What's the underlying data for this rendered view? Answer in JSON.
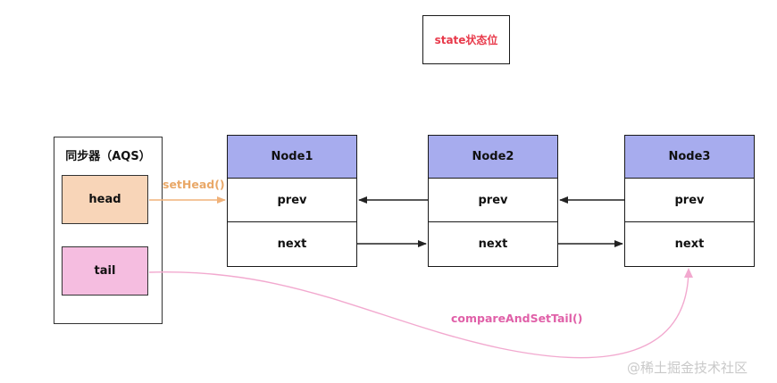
{
  "state_box": {
    "label": "state状态位"
  },
  "aqs": {
    "title": "同步器（AQS）",
    "head_label": "head",
    "tail_label": "tail"
  },
  "nodes": [
    {
      "title": "Node1",
      "prev": "prev",
      "next": "next"
    },
    {
      "title": "Node2",
      "prev": "prev",
      "next": "next"
    },
    {
      "title": "Node3",
      "prev": "prev",
      "next": "next"
    }
  ],
  "edges": {
    "set_head": "setHead()",
    "compare_and_set_tail": "compareAndSetTail()"
  },
  "watermark": "@稀土掘金技术社区",
  "colors": {
    "node_header": "#a7acee",
    "head_fill": "#f8d5b8",
    "tail_fill": "#f5bde0",
    "state_text": "#e8394a",
    "set_head_arrow": "#f0b27a",
    "cas_arrow": "#f2a9cf"
  }
}
